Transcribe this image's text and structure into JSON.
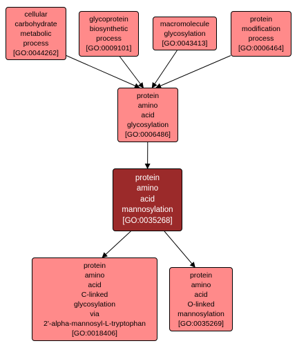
{
  "nodes": [
    {
      "id": "n1",
      "lines": [
        "cellular",
        "carbohydrate",
        "metabolic",
        "process"
      ],
      "go_id": "[GO:0044262]"
    },
    {
      "id": "n2",
      "lines": [
        "glycoprotein",
        "biosynthetic",
        "process"
      ],
      "go_id": "[GO:0009101]"
    },
    {
      "id": "n3",
      "lines": [
        "macromolecule",
        "glycosylation"
      ],
      "go_id": "[GO:0043413]"
    },
    {
      "id": "n4",
      "lines": [
        "protein",
        "modification",
        "process"
      ],
      "go_id": "[GO:0006464]"
    },
    {
      "id": "n5",
      "lines": [
        "protein",
        "amino",
        "acid",
        "glycosylation"
      ],
      "go_id": "[GO:0006486]"
    },
    {
      "id": "n6",
      "lines": [
        "protein",
        "amino",
        "acid",
        "mannosylation"
      ],
      "go_id": "[GO:0035268]",
      "focus": true
    },
    {
      "id": "n7",
      "lines": [
        "protein",
        "amino",
        "acid",
        "C-linked",
        "glycosylation",
        "via",
        "2'-alpha-mannosyl-L-tryptophan"
      ],
      "go_id": "[GO:0018406]"
    },
    {
      "id": "n8",
      "lines": [
        "protein",
        "amino",
        "acid",
        "O-linked",
        "mannosylation"
      ],
      "go_id": "[GO:0035269]"
    }
  ],
  "edges": [
    {
      "from": "n1",
      "to": "n5"
    },
    {
      "from": "n2",
      "to": "n5"
    },
    {
      "from": "n3",
      "to": "n5"
    },
    {
      "from": "n4",
      "to": "n5"
    },
    {
      "from": "n5",
      "to": "n6"
    },
    {
      "from": "n6",
      "to": "n7"
    },
    {
      "from": "n6",
      "to": "n8"
    }
  ],
  "colors": {
    "node_fill": "#ff8a8a",
    "focus_fill": "#9b2a2a",
    "focus_text": "#ffffff",
    "edge": "#000000"
  }
}
